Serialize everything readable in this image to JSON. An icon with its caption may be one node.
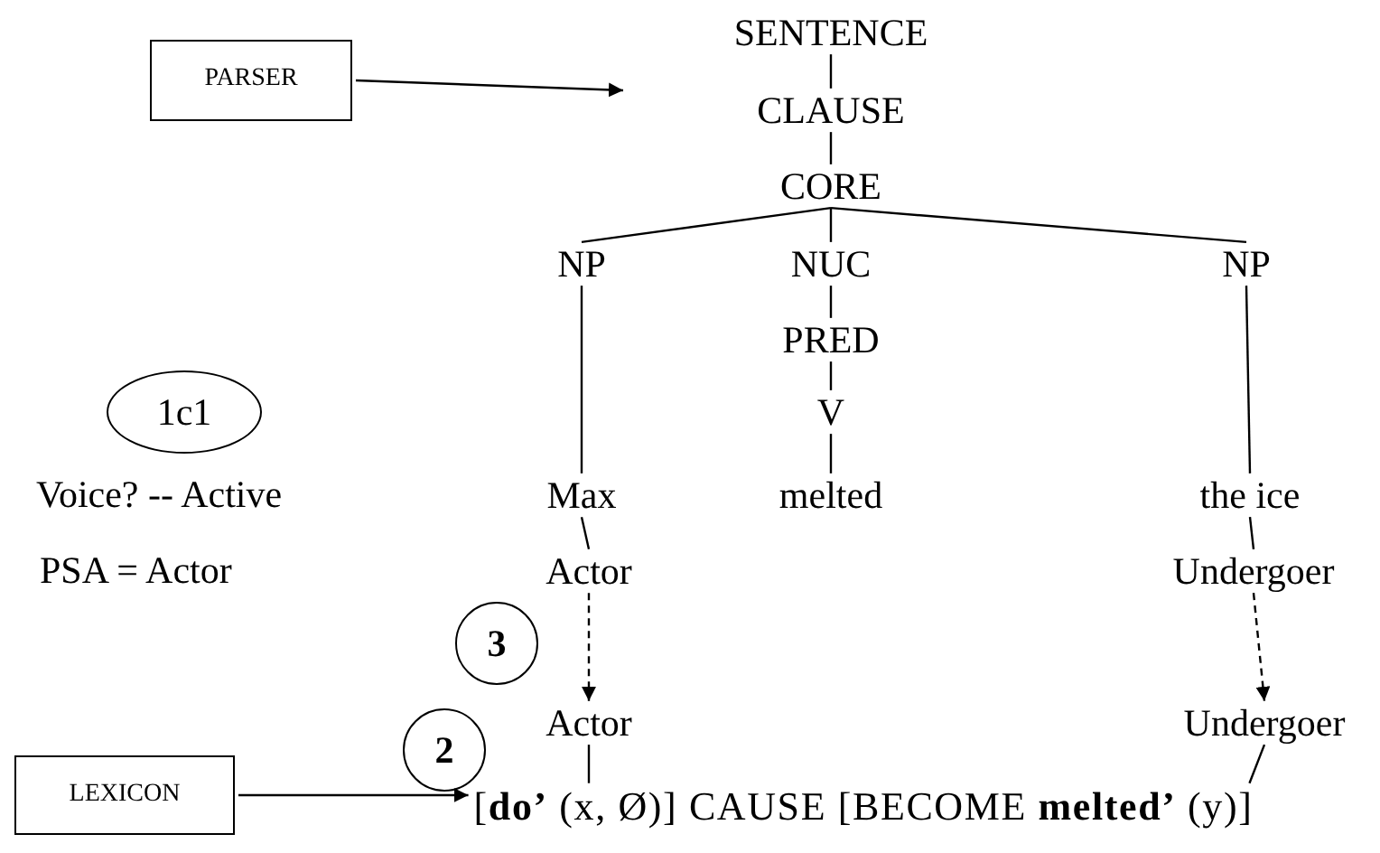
{
  "diagram": {
    "nodes": [
      {
        "text": [
          "PARSER"
        ]
      },
      {
        "text": [
          "SENTENCE"
        ]
      },
      {
        "text": [
          "CLAUSE"
        ]
      },
      {
        "text": [
          "CORE"
        ]
      },
      {
        "text": [
          "NP"
        ]
      },
      {
        "text": [
          "NUC"
        ]
      },
      {
        "text": [
          "NP"
        ]
      },
      {
        "text": [
          "PRED"
        ]
      },
      {
        "text": [
          "V"
        ]
      },
      {
        "text": [
          "Max"
        ]
      },
      {
        "text": [
          "melted"
        ]
      },
      {
        "text": [
          "the ice"
        ]
      },
      {
        "text": [
          "Actor"
        ]
      },
      {
        "text": [
          "Undergoer"
        ]
      },
      {
        "text": [
          "Actor"
        ]
      },
      {
        "text": [
          "Undergoer"
        ]
      },
      {
        "text": [
          "LEXICON"
        ]
      },
      {
        "text": [
          "[**do’** (x, Ø)] CAUSE [BECOME **melted’** (y)]"
        ]
      },
      {
        "text": [
          "1c1"
        ]
      },
      {
        "text": [
          "3"
        ]
      },
      {
        "text": [
          "2"
        ]
      }
    ],
    "edges": [
      {
        "from": 0,
        "to": null,
        "arrow": "to"
      },
      {
        "from": 1,
        "to": 2,
        "arrow": "none"
      },
      {
        "from": 2,
        "to": 3,
        "arrow": "none"
      },
      {
        "from": 3,
        "to": 4,
        "arrow": "none"
      },
      {
        "from": 3,
        "to": 5,
        "arrow": "none"
      },
      {
        "from": 3,
        "to": 6,
        "arrow": "none"
      },
      {
        "from": 5,
        "to": 7,
        "arrow": "none"
      },
      {
        "from": 7,
        "to": 8,
        "arrow": "none"
      },
      {
        "from": 8,
        "to": 10,
        "arrow": "none"
      },
      {
        "from": 4,
        "to": 9,
        "arrow": "none"
      },
      {
        "from": 9,
        "to": 12,
        "arrow": "none"
      },
      {
        "from": 6,
        "to": 11,
        "arrow": "none"
      },
      {
        "from": 11,
        "to": 13,
        "arrow": "none"
      },
      {
        "from": 12,
        "to": 14,
        "arrow": "to",
        "style": "dashed"
      },
      {
        "from": 13,
        "to": 15,
        "arrow": "to",
        "style": "dashed"
      },
      {
        "from": 14,
        "to": 17,
        "arrow": "none"
      },
      {
        "from": 15,
        "to": 17,
        "arrow": "none"
      },
      {
        "from": 16,
        "to": 17,
        "arrow": "to"
      }
    ],
    "labels": [
      "Voice? -- Active",
      "PSA = Actor"
    ]
  }
}
